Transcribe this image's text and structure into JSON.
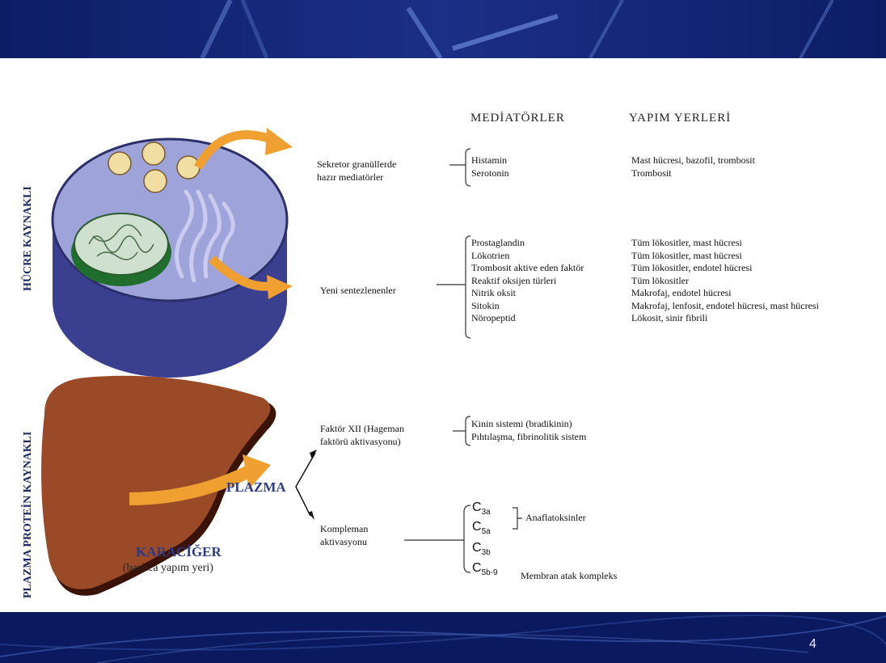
{
  "slide": {
    "number": "4"
  },
  "headers": {
    "mediators": "MEDİATÖRLER",
    "sites": "YAPIM YERLERİ"
  },
  "vertical_labels": {
    "cell": "HÜCRE KAYNAKLI",
    "plasma": "PLAZMA PROTEİN KAYNAKLI"
  },
  "cell_sources": {
    "preformed": {
      "label_line1": "Sekretor granüllerde",
      "label_line2": "hazır mediatörler",
      "mediators": [
        "Histamin",
        "Serotonin"
      ],
      "sites": [
        "Mast hücresi, bazofil, trombosit",
        "Trombosit"
      ]
    },
    "newly_synthesized": {
      "label": "Yeni sentezlenenler",
      "mediators": [
        "Prostaglandin",
        "Lökotrien",
        "Trombosit aktive eden faktör",
        "Reaktif oksijen türleri",
        "Nitrik oksit",
        "Sitokin",
        "Nöropeptid"
      ],
      "sites": [
        "Tüm lökositler, mast hücresi",
        "Tüm lökositler, mast hücresi",
        "Tüm lökositler, endotel hücresi",
        "Tüm lökositler",
        "Makrofaj, endotel hücresi",
        "Makrofaj, lenfosit, endotel hücresi, mast hücresi",
        "Lökosit, sinir fibrili"
      ]
    }
  },
  "plasma_sources": {
    "plasma_label": "PLAZMA",
    "liver_label": "KARACİĞER",
    "liver_sub": "(başlıca yapım yeri)",
    "factor_xii": {
      "label_line1": "Faktör XII (Hageman",
      "label_line2": "faktörü aktivasyonu)",
      "items": [
        "Kinin sistemi (bradikinin)",
        "Pıhtılaşma, fibrinolitik sistem"
      ]
    },
    "complement": {
      "label_line1": "Kompleman",
      "label_line2": "aktivasyonu",
      "components": [
        {
          "base": "C",
          "sub": "3a"
        },
        {
          "base": "C",
          "sub": "5a"
        },
        {
          "base": "C",
          "sub": "3b"
        },
        {
          "base": "C",
          "sub": "5b-9"
        }
      ],
      "anaphylatoxins": "Anaflatoksinler",
      "mac": "Membran atak kompleks"
    }
  },
  "colors": {
    "band": "#0b1a5e",
    "arrow": "#f0a030",
    "cell": "#9aa0d8",
    "liver": "#8a3a1a"
  }
}
